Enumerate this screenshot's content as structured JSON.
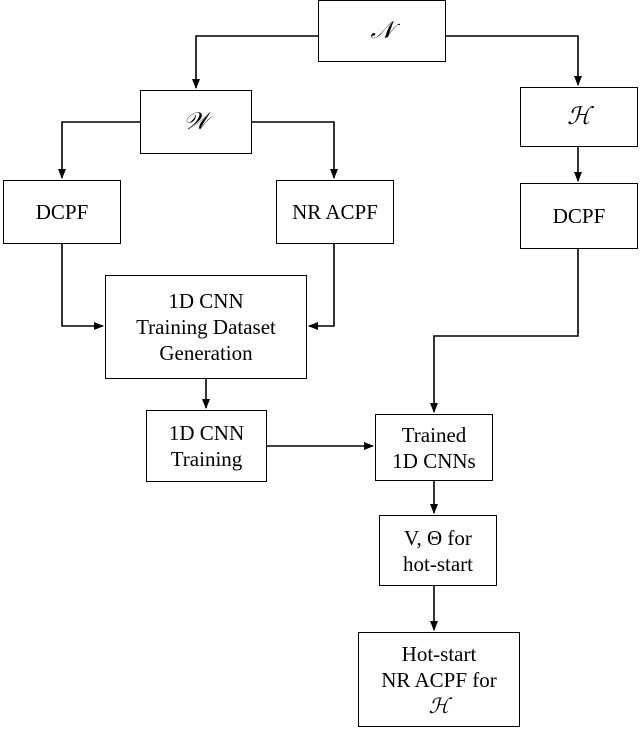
{
  "nodes": {
    "n": {
      "lines": [
        "𝒩"
      ]
    },
    "w": {
      "lines": [
        "𝒲"
      ]
    },
    "h": {
      "lines": [
        "ℋ"
      ]
    },
    "dcpf_left": {
      "lines": [
        "DCPF"
      ]
    },
    "nr_acpf": {
      "lines": [
        "NR ACPF"
      ]
    },
    "dcpf_right": {
      "lines": [
        "DCPF"
      ]
    },
    "dataset_gen": {
      "lines": [
        "1D CNN",
        "Training Dataset",
        "Generation"
      ]
    },
    "training": {
      "lines": [
        "1D CNN",
        "Training"
      ]
    },
    "trained": {
      "lines": [
        "Trained",
        "1D CNNs"
      ]
    },
    "vtheta": {
      "lines": [
        "V, Θ for",
        "hot-start"
      ]
    },
    "hotstart": {
      "lines": [
        "Hot-start",
        "NR ACPF for",
        "ℋ"
      ]
    }
  },
  "colors": {
    "stroke": "#000000",
    "fill": "#ffffff"
  }
}
